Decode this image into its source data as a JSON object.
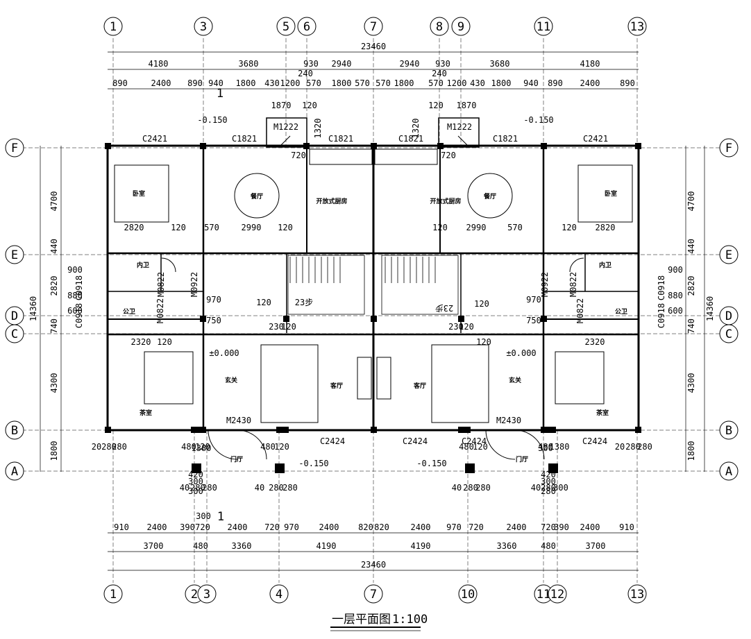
{
  "title": {
    "text": "一层平面图",
    "scale": "1:100"
  },
  "axes": {
    "top": [
      "1",
      "3",
      "5",
      "6",
      "7",
      "8",
      "9",
      "11",
      "13"
    ],
    "bottom": [
      "1",
      "2",
      "3",
      "4",
      "7",
      "10",
      "11",
      "12",
      "13"
    ],
    "left": [
      "F",
      "E",
      "D",
      "C",
      "B",
      "A"
    ],
    "right": [
      "F",
      "E",
      "D",
      "C",
      "B",
      "A"
    ]
  },
  "dimensions": {
    "total": "23460",
    "top_row1": [
      "4180",
      "3680",
      "930",
      "2940",
      "2940",
      "930",
      "3680",
      "4180"
    ],
    "top_row2": [
      "890",
      "2400",
      "890",
      "940",
      "1800",
      "430",
      "1200",
      "570",
      "1800",
      "570",
      "570",
      "1800",
      "570",
      "1200",
      "430",
      "1800",
      "940",
      "890",
      "2400",
      "890"
    ],
    "top_extra": [
      "240",
      "240",
      "1870",
      "120",
      "120",
      "1870",
      "1320",
      "1320"
    ],
    "bottom_row1": [
      "910",
      "2400",
      "390",
      "720",
      "2400",
      "720",
      "970",
      "2400",
      "820",
      "820",
      "2400",
      "970",
      "720",
      "2400",
      "720",
      "390",
      "2400",
      "910"
    ],
    "bottom_row2": [
      "3700",
      "480",
      "3360",
      "4190",
      "4190",
      "3360",
      "480",
      "3700"
    ],
    "left_outer": "14360",
    "left_inner": [
      "4700",
      "440",
      "2820",
      "740",
      "4300",
      "1800"
    ],
    "right_outer": "14360",
    "right_inner": [
      "4700",
      "440",
      "2820",
      "740",
      "4300",
      "1800"
    ],
    "interior": [
      "2820",
      "120",
      "570",
      "2990",
      "120",
      "120",
      "2990",
      "570",
      "120",
      "2820",
      "2320",
      "120",
      "120",
      "2320",
      "900",
      "880",
      "600",
      "900",
      "880",
      "600",
      "970",
      "750",
      "970",
      "750",
      "720",
      "720",
      "120",
      "230",
      "120",
      "230",
      "120",
      "120",
      "480",
      "120",
      "480",
      "120",
      "480",
      "120",
      "480",
      "1380",
      "1380",
      "300",
      "420",
      "300",
      "300",
      "420",
      "300",
      "280",
      "20",
      "280",
      "280",
      "20",
      "280",
      "280",
      "40",
      "280",
      "280",
      "40",
      "280",
      "280",
      "40",
      "280",
      "280",
      "40",
      "280",
      "300",
      "300"
    ]
  },
  "rooms": [
    "卧室",
    "卧室",
    "餐厅",
    "餐厅",
    "开放式厨房",
    "开放式厨房",
    "内卫",
    "内卫",
    "公卫",
    "公卫",
    "茶室",
    "茶室",
    "玄关",
    "玄关",
    "客厅",
    "客厅",
    "门厅",
    "门厅"
  ],
  "tags": [
    "C2421",
    "C1821",
    "M1222",
    "C1821",
    "C1821",
    "M1222",
    "C1821",
    "C2421",
    "M0822",
    "M0922",
    "C0918",
    "M0822",
    "C0918",
    "M0822",
    "M0922",
    "C0918",
    "M0822",
    "C0918",
    "M2430",
    "C2424",
    "C2424",
    "C2424",
    "C2424",
    "M2430"
  ],
  "levels": [
    "-0.150",
    "-0.150",
    "±0.000",
    "±0.000",
    "-0.150",
    "-0.150"
  ],
  "stairs": [
    "23步",
    "23步"
  ],
  "section": [
    "1",
    "1"
  ]
}
